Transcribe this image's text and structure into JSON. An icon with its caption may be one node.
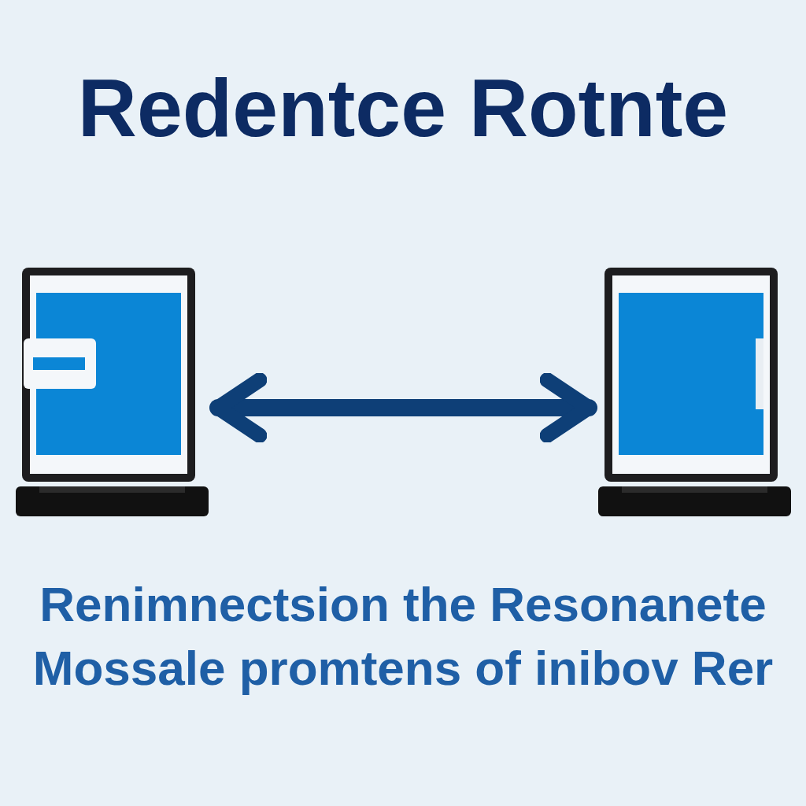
{
  "diagram": {
    "title": "Redentce Rotnte",
    "caption": "Renimnectsion the Resonanete Mossale promtens of inibov Rer",
    "nodes": [
      {
        "text": [],
        "shape": "laptop"
      },
      {
        "text": [],
        "shape": "laptop"
      }
    ],
    "edges": [
      {
        "from": 0,
        "to": 1,
        "arrow": "both"
      }
    ]
  }
}
